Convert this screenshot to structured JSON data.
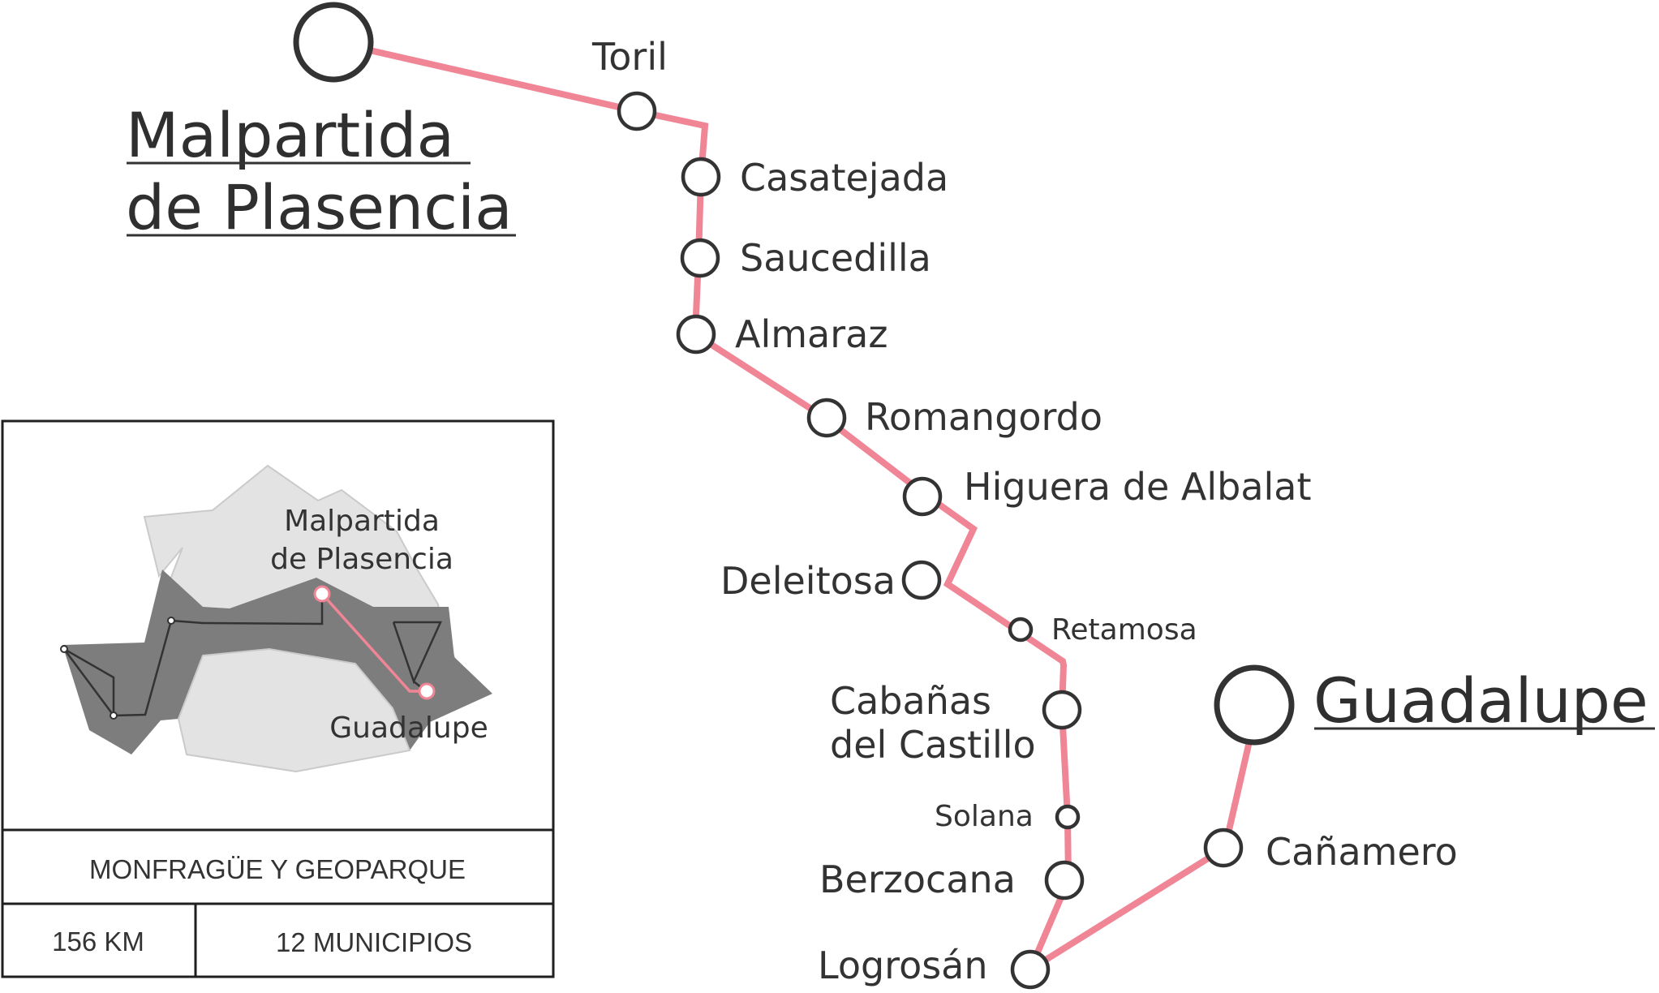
{
  "colors": {
    "route": "#f08595",
    "ink": "#333333",
    "region_light": "#e3e3e3",
    "region_dark": "#7d7d7e"
  },
  "route": {
    "origin": "Malpartida de Plasencia",
    "origin_lines": [
      "Malpartida",
      "de Plasencia"
    ],
    "destination": "Guadalupe",
    "stops": [
      {
        "name": "Toril",
        "size": "medium"
      },
      {
        "name": "Casatejada",
        "size": "medium"
      },
      {
        "name": "Saucedilla",
        "size": "medium"
      },
      {
        "name": "Almaraz",
        "size": "medium"
      },
      {
        "name": "Romangordo",
        "size": "medium"
      },
      {
        "name": "Higuera de Albalat",
        "size": "medium"
      },
      {
        "name": "Deleitosa",
        "size": "medium"
      },
      {
        "name": "Retamosa",
        "size": "small"
      },
      {
        "name": "Cabañas del Castillo",
        "size": "medium"
      },
      {
        "name": "Solana",
        "size": "small"
      },
      {
        "name": "Berzocana",
        "size": "medium"
      },
      {
        "name": "Logrosán",
        "size": "medium"
      },
      {
        "name": "Cañamero",
        "size": "medium"
      }
    ],
    "cabanas_lines": [
      "Cabañas",
      "del Castillo"
    ]
  },
  "inset": {
    "label_origin_lines": [
      "Malpartida",
      "de Plasencia"
    ],
    "label_destination": "Guadalupe",
    "region_name": "MONFRAGÜE Y GEOPARQUE",
    "distance": "156 KM",
    "municipalities": "12 MUNICIPIOS"
  }
}
